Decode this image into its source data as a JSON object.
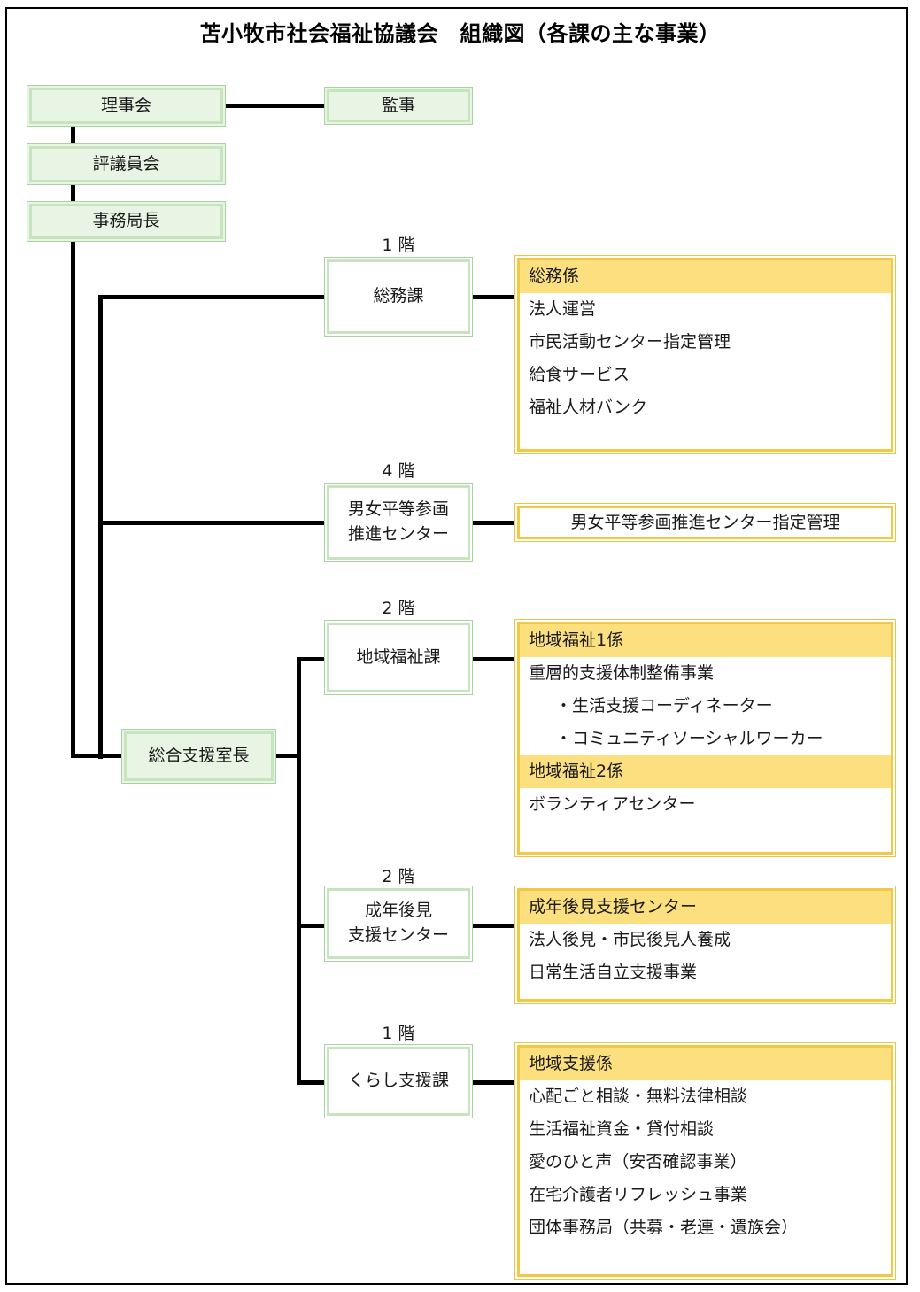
{
  "page": {
    "title": "苫小牧市社会福祉協議会　組織図（各課の主な事業）",
    "accent_green_border": "#a9d3a0",
    "accent_green_fill": "#e9f5e4",
    "accent_yellow_border": "#f2c846",
    "accent_yellow_header": "#fcdf7f",
    "line_color": "#000000"
  },
  "governance": {
    "board": "理事会",
    "auditor": "監事",
    "council": "評議員会",
    "secretary_general": "事務局長",
    "general_support_manager": "総合支援室長"
  },
  "departments": [
    {
      "floor": "1 階",
      "name": "総務課",
      "sections": [
        {
          "header": "総務係",
          "items": [
            "法人運営",
            "市民活動センター指定管理",
            "給食サービス",
            "福祉人材バンク"
          ]
        }
      ]
    },
    {
      "floor": "4 階",
      "name_line1": "男女平等参画",
      "name_line2": "推進センター",
      "single_item": "男女平等参画推進センター指定管理"
    },
    {
      "floor": "2 階",
      "name": "地域福祉課",
      "sections": [
        {
          "header": "地域福祉1係",
          "items": [
            "重層的支援体制整備事業",
            "・生活支援コーディネーター",
            "・コミュニティソーシャルワーカー"
          ]
        },
        {
          "header": "地域福祉2係",
          "items": [
            "ボランティアセンター"
          ]
        }
      ]
    },
    {
      "floor": "2 階",
      "name_line1": "成年後見",
      "name_line2": "支援センター",
      "sections": [
        {
          "header": "成年後見支援センター",
          "items": [
            "法人後見・市民後見人養成",
            "日常生活自立支援事業"
          ]
        }
      ]
    },
    {
      "floor": "1 階",
      "name": "くらし支援課",
      "sections": [
        {
          "header": "地域支援係",
          "items": [
            "心配ごと相談・無料法律相談",
            "生活福祉資金・貸付相談",
            "愛のひと声（安否確認事業）",
            "在宅介護者リフレッシュ事業",
            "団体事務局（共募・老連・遺族会）"
          ]
        }
      ]
    }
  ]
}
